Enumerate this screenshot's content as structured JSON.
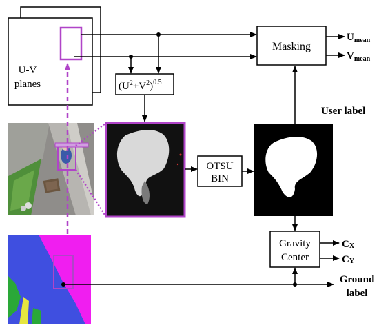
{
  "uv_planes": {
    "line1": "U-V",
    "line2": "planes"
  },
  "magnitude": {
    "base": "(U",
    "sq1": "2",
    "plus": "+V",
    "sq2": "2",
    "close": ")",
    "power": "0.5"
  },
  "masking": "Masking",
  "otsu": {
    "line1": "OTSU",
    "line2": "BIN"
  },
  "gravity": {
    "line1": "Gravity",
    "line2": "Center"
  },
  "outputs": {
    "u_mean": {
      "main": "U",
      "sub": "mean"
    },
    "v_mean": {
      "main": "V",
      "sub": "mean"
    },
    "cx": {
      "main": "C",
      "sub": "X"
    },
    "cy": {
      "main": "C",
      "sub": "Y"
    }
  },
  "user_label": "User label",
  "ground_label": {
    "line1": "Ground",
    "line2": "label"
  },
  "colors": {
    "highlight": "#b044c8",
    "segmentation_blue": "#3f4fe0",
    "segmentation_magenta": "#f01ef0",
    "segmentation_green": "#2aa838",
    "segmentation_yellow": "#e6e640"
  }
}
